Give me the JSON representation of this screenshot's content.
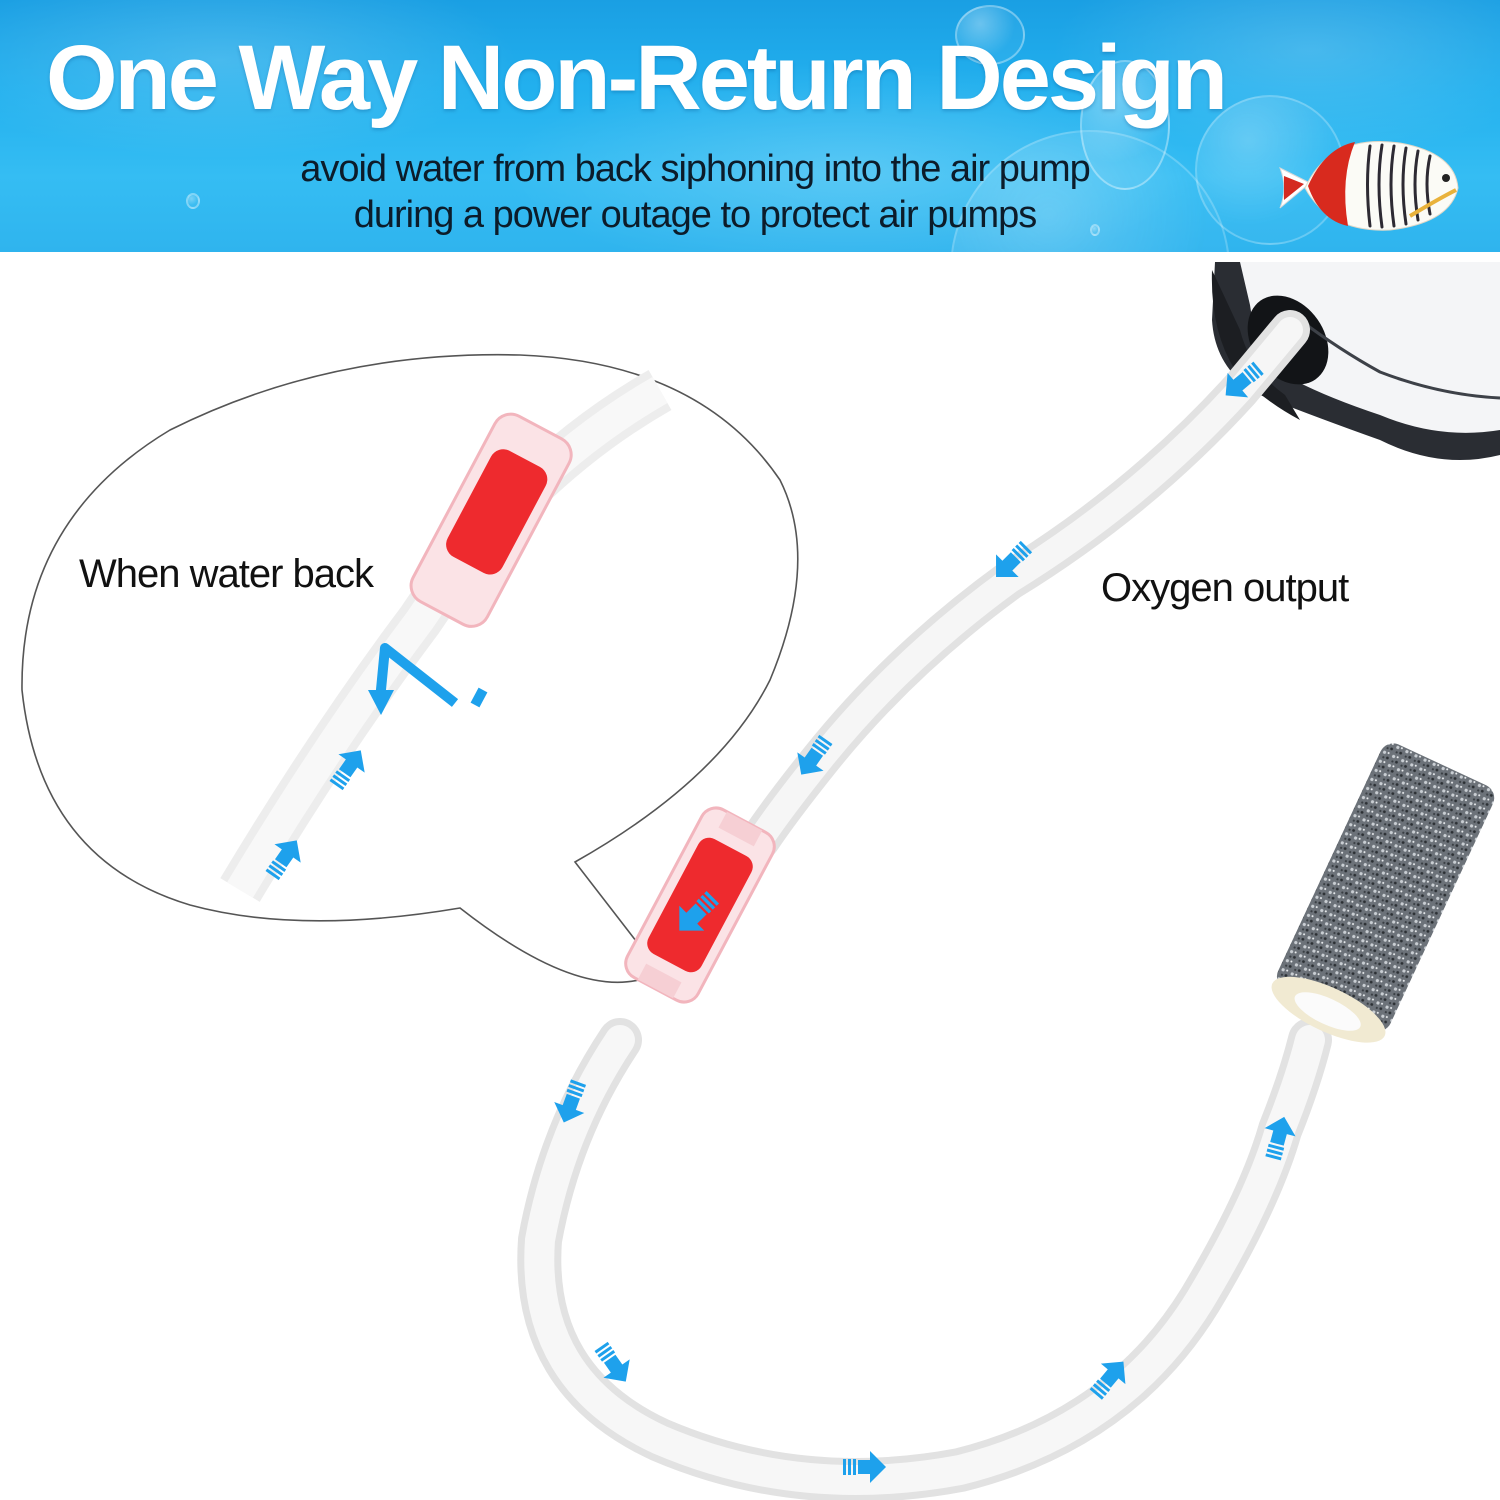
{
  "banner": {
    "title": "One Way Non-Return Design",
    "subtitle_line1": "avoid water from back siphoning into the air pump",
    "subtitle_line2": "during a power outage to protect air pumps",
    "background_color": "#22b0ee",
    "title_color": "#ffffff",
    "subtitle_color": "#0c1c2a",
    "decoration": "tropical-fish-icon"
  },
  "callouts": {
    "water_back_label": "When water back",
    "oxygen_output_label": "Oxygen output"
  },
  "components": {
    "air_pump": "air-pump-outlet",
    "check_valve": {
      "color": "#ee2a2e",
      "body": "transparent-pink"
    },
    "air_tube": {
      "color": "#eeeeee"
    },
    "air_stone": {
      "color": "#6b7178"
    }
  },
  "flow_arrows": {
    "color": "#1ea1ec",
    "count_main_tube": 9,
    "count_callout": 3
  }
}
